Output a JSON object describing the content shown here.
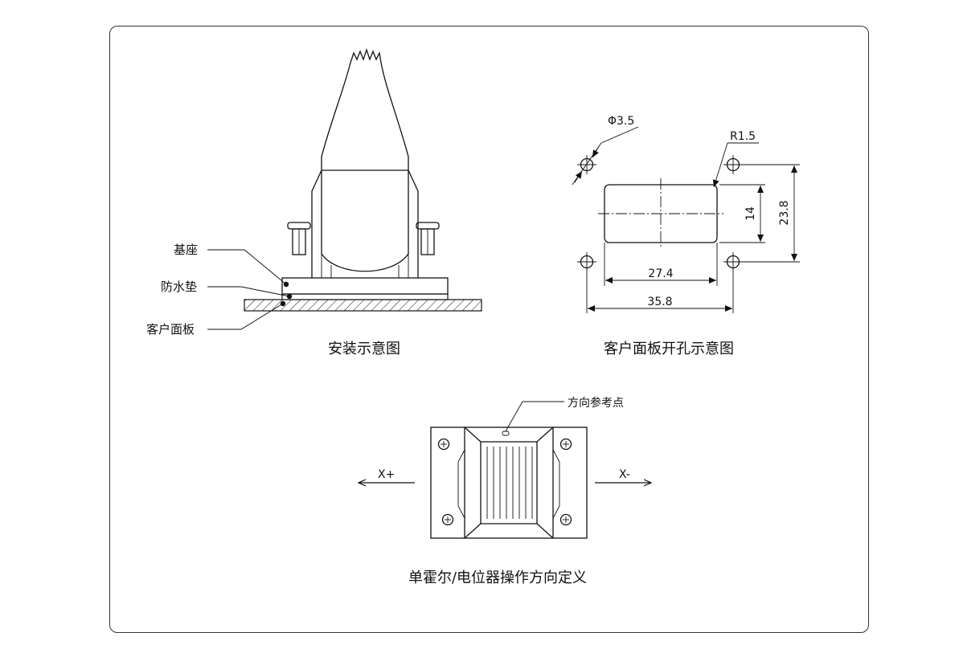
{
  "colors": {
    "line": "#111111",
    "frame": "#333333",
    "background": "#ffffff"
  },
  "install": {
    "caption": "安装示意图",
    "callouts": {
      "base": "基座",
      "gasket": "防水垫",
      "panel": "客户面板"
    }
  },
  "panel_cutout": {
    "caption": "客户面板开孔示意图",
    "hole_dia": "Φ3.5",
    "corner_radius": "R1.5",
    "dim_height_inner": "14",
    "dim_height_outer": "23.8",
    "dim_width_inner": "27.4",
    "dim_width_outer": "35.8"
  },
  "direction": {
    "caption": "单霍尔/电位器操作方向定义",
    "reference_point": "方向参考点",
    "x_plus": "X+",
    "x_minus": "X-",
    "screw_icons": [
      "screw-icon",
      "screw-icon",
      "screw-icon",
      "screw-icon"
    ]
  }
}
